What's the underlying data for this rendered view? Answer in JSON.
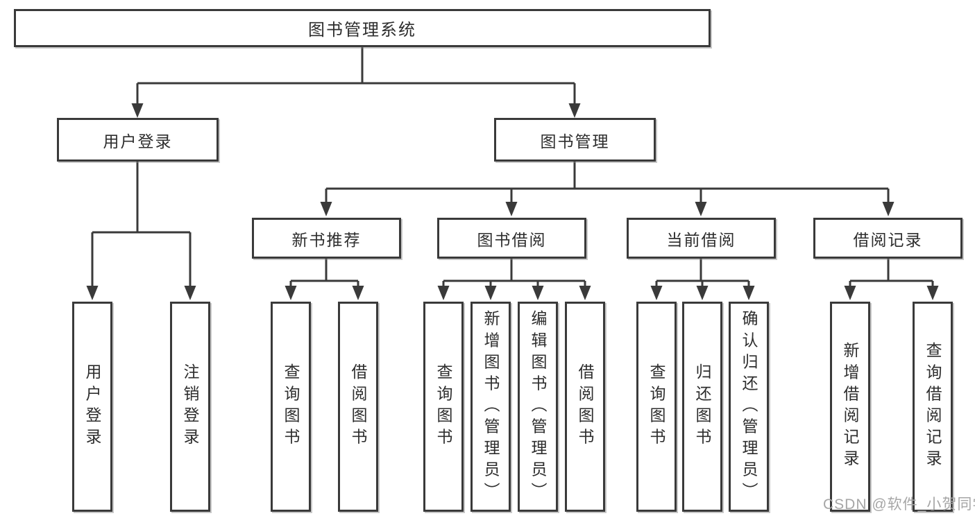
{
  "diagram_type": "hierarchy-tree",
  "colors": {
    "background": "#ffffff",
    "box_border": "#3a3a3a",
    "connector_line": "#3a3a3a",
    "text": "#2d2d2d",
    "watermark_text": "#a6a6a6"
  },
  "tree": {
    "root": {
      "label": "图书管理系统"
    },
    "level2": [
      {
        "id": "user-login",
        "label": "用户登录"
      },
      {
        "id": "book-management",
        "label": "图书管理"
      }
    ],
    "level3": [
      {
        "id": "new-book-recommend",
        "parent": "图书管理",
        "label": "新书推荐"
      },
      {
        "id": "book-borrow",
        "parent": "图书管理",
        "label": "图书借阅"
      },
      {
        "id": "current-borrow",
        "parent": "图书管理",
        "label": "当前借阅"
      },
      {
        "id": "borrow-records",
        "parent": "图书管理",
        "label": "借阅记录"
      }
    ],
    "leaves": [
      {
        "parent": "用户登录",
        "label": "用户登录"
      },
      {
        "parent": "用户登录",
        "label": "注销登录"
      },
      {
        "parent": "新书推荐",
        "label": "查询图书"
      },
      {
        "parent": "新书推荐",
        "label": "借阅图书"
      },
      {
        "parent": "图书借阅",
        "label": "查询图书"
      },
      {
        "parent": "图书借阅",
        "label": "新增图书（管理员）"
      },
      {
        "parent": "图书借阅",
        "label": "编辑图书（管理员）"
      },
      {
        "parent": "图书借阅",
        "label": "借阅图书"
      },
      {
        "parent": "当前借阅",
        "label": "查询图书"
      },
      {
        "parent": "当前借阅",
        "label": "归还图书"
      },
      {
        "parent": "当前借阅",
        "label": "确认归还（管理员）"
      },
      {
        "parent": "借阅记录",
        "label": "新增借阅记录"
      },
      {
        "parent": "借阅记录",
        "label": "查询借阅记录"
      }
    ]
  },
  "watermark": "CSDN @软件_小贺同学"
}
